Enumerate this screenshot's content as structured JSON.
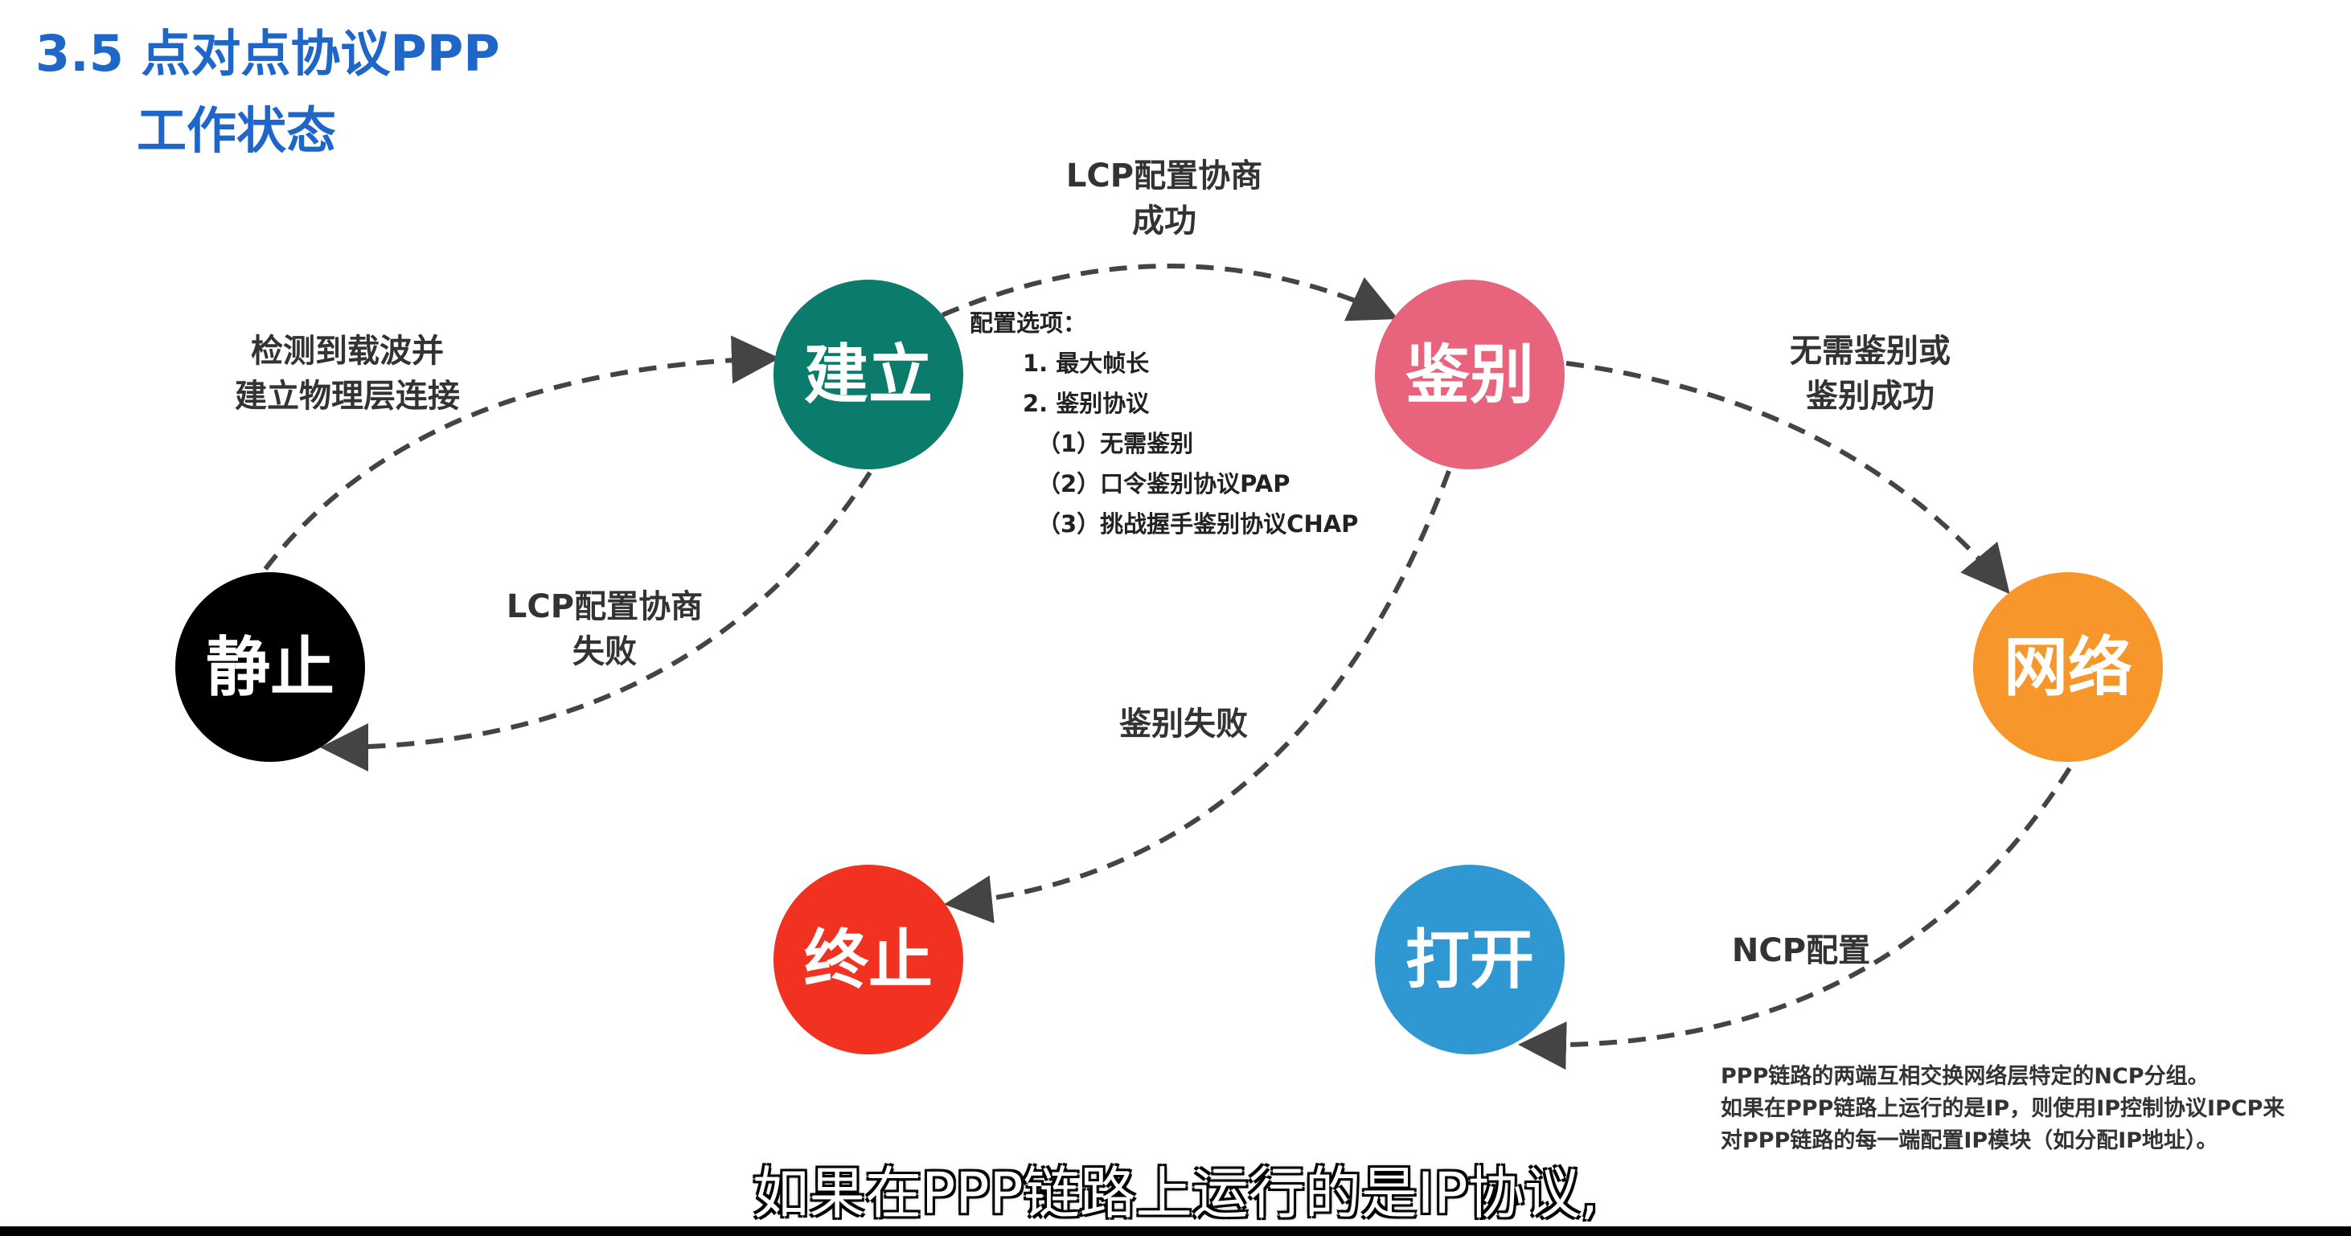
{
  "title": {
    "line1": "3.5 点对点协议PPP",
    "line2": "工作状态"
  },
  "states": {
    "static": {
      "label": "静止",
      "color": "#000000"
    },
    "establish": {
      "label": "建立",
      "color": "#0b7b6b"
    },
    "auth": {
      "label": "鉴别",
      "color": "#e8637c"
    },
    "network": {
      "label": "网络",
      "color": "#f7962b"
    },
    "terminate": {
      "label": "终止",
      "color": "#f23221"
    },
    "open": {
      "label": "打开",
      "color": "#2f98d2"
    }
  },
  "transitions": {
    "carrier": {
      "line1": "检测到载波并",
      "line2": "建立物理层连接"
    },
    "lcp_success": {
      "line1": "LCP配置协商",
      "line2": "成功"
    },
    "lcp_fail": {
      "line1": "LCP配置协商",
      "line2": "失败"
    },
    "auth_success": {
      "line1": "无需鉴别或",
      "line2": "鉴别成功"
    },
    "auth_fail": {
      "label": "鉴别失败"
    },
    "ncp": {
      "label": "NCP配置"
    }
  },
  "config_options": {
    "heading": "配置选项：",
    "items": [
      "1. 最大帧长",
      "2. 鉴别协议",
      "（1）无需鉴别",
      "（2）口令鉴别协议PAP",
      "（3）挑战握手鉴别协议CHAP"
    ]
  },
  "ncp_note": {
    "lines": [
      "PPP链路的两端互相交换网络层特定的NCP分组。",
      "如果在PPP链路上运行的是IP，则使用IP控制协议IPCP来",
      "对PPP链路的每一端配置IP模块（如分配IP地址）。"
    ]
  },
  "subtitle": "如果在PPP链路上运行的是IP协议,",
  "colors": {
    "title": "#1f66c9",
    "arrow": "#444444",
    "subtitle_bar": "#ffffff"
  }
}
